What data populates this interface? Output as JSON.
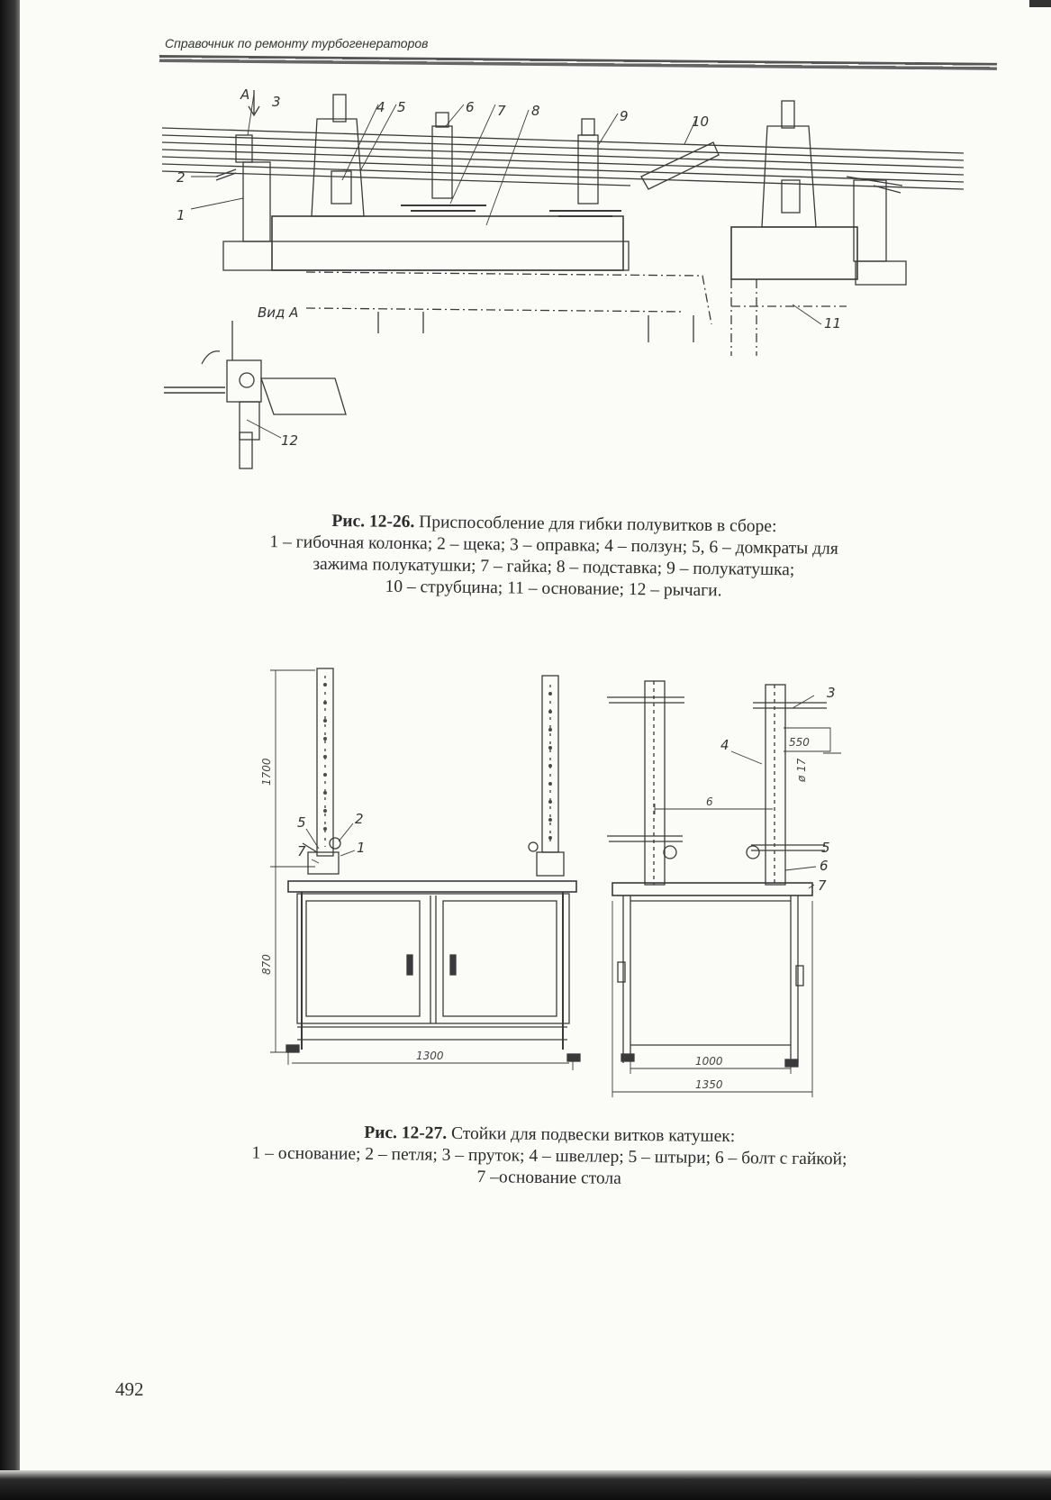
{
  "header": {
    "running_title": "Справочник по ремонту турбогенераторов"
  },
  "figure1": {
    "view_label": "Вид А",
    "arrow_label": "А",
    "callouts": [
      "1",
      "2",
      "3",
      "4",
      "5",
      "6",
      "7",
      "8",
      "9",
      "10",
      "11",
      "12"
    ],
    "caption_title": "Рис. 12-26.",
    "caption_text": " Приспособление для гибки полувитков в сборе:",
    "caption_lines": [
      "1 – гибочная колонка; 2 – щека; 3 – оправка; 4 – ползун; 5, 6 – домкраты для",
      "зажима полукатушки; 7 – гайка; 8 – подставка; 9 – полукатушка;",
      "10 – струбцина; 11 – основание; 12 – рычаги."
    ]
  },
  "figure2": {
    "dimensions": [
      "1700",
      "870",
      "1300",
      "1000",
      "1350",
      "550",
      "6",
      "ø 17"
    ],
    "callouts": [
      "1",
      "2",
      "3",
      "4",
      "5",
      "5",
      "6",
      "7",
      "7"
    ],
    "caption_title": "Рис. 12-27.",
    "caption_text": " Стойки для подвески витков катушек:",
    "caption_lines": [
      "1 – основание; 2 – петля; 3 – пруток; 4 – швеллер; 5 – штыри; 6 – болт с гайкой;",
      "7 –основание стола"
    ]
  },
  "footer": {
    "page_number": "492"
  }
}
